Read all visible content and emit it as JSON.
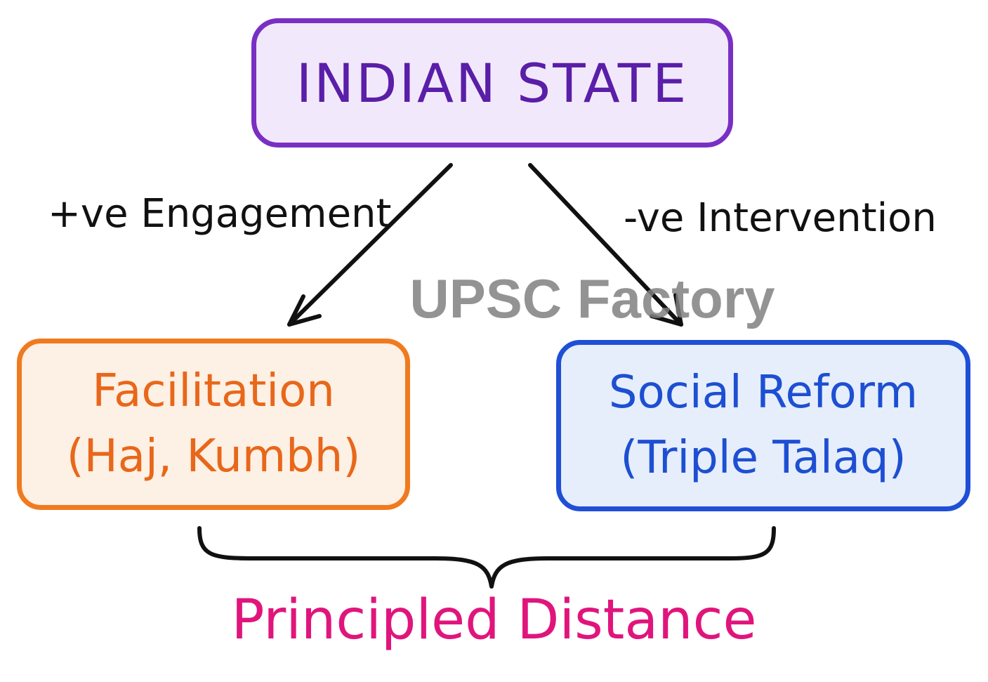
{
  "nodes": {
    "top": "INDIAN STATE",
    "left": {
      "line1": "Facilitation",
      "line2": "(Haj, Kumbh)"
    },
    "right": {
      "line1": "Social Reform",
      "line2": "(Triple Talaq)"
    }
  },
  "edges": {
    "left": "+ve Engagement",
    "right": "-ve Intervention"
  },
  "bottom_label": "Principled Distance",
  "watermark": "UPSC Factory",
  "colors": {
    "top": "#7a2fc4",
    "left": "#f07a1e",
    "right": "#1f4fd6",
    "bottom_label": "#e0157c",
    "connector": "#111111"
  }
}
